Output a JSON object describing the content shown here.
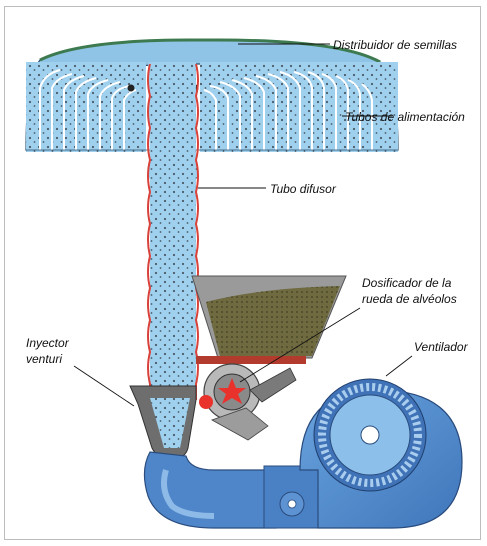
{
  "labels": {
    "distribuidor": "Distribuidor de semillas",
    "tubos": "Tubos de alimentación",
    "tubo_difusor": "Tubo difusor",
    "dosificador_1": "Dosificador de la",
    "dosificador_2": "rueda de alvéolos",
    "inyector_1": "Inyector",
    "inyector_2": "venturi",
    "ventilador": "Ventilador"
  },
  "colors": {
    "air_blue": "#8ec6ea",
    "pipe_blue": "#4f86c9",
    "dark_blue": "#2f5f9e",
    "seed": "#6b6b45",
    "hopper_grey": "#8c8c8c",
    "red_outline": "#d9423a"
  }
}
